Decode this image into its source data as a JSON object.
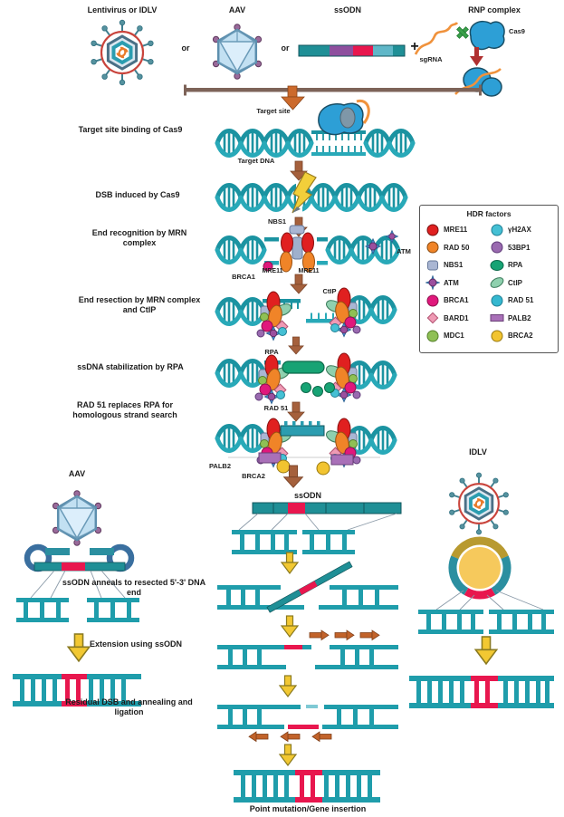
{
  "delivery": {
    "lentivirus_label": "Lentivirus or IDLV",
    "or_1": "or",
    "aav_label": "AAV",
    "or_2": "or",
    "ssodn_label": "ssODN",
    "plus": "+",
    "rnp_label": "RNP complex",
    "sgrna_label": "sgRNA",
    "cas9_label": "Cas9"
  },
  "steps": {
    "step1": "Target site binding of Cas9",
    "step2": "DSB induced by Cas9",
    "step3": "End recognition by MRN complex",
    "step4": "End resection by MRN complex and CtIP",
    "step5": "ssDNA stabilization by RPA",
    "step6": "RAD 51 replaces RPA for homologous strand search",
    "step7": "ssODN anneals to resected 5'-3' DNA end",
    "step8": "Extension using ssODN",
    "step9": "Residual DSB and annealing and ligation",
    "final": "Point mutation/Gene insertion"
  },
  "annotations": {
    "target_site": "Target site",
    "target_dna": "Target DNA",
    "nbs1": "NBS1",
    "mre11_left": "MRE11",
    "mre11_right": "MRE11",
    "brca1": "BRCA1",
    "atm": "ATM",
    "ctip": "CtIP",
    "rpa": "RPA",
    "rad51": "RAD 51",
    "palb2": "PALB2",
    "brca2": "BRCA2",
    "ssodn_center": "ssODN",
    "aav_left": "AAV",
    "idlv_right": "IDLV"
  },
  "legend": {
    "title": "HDR factors",
    "left": [
      {
        "name": "MRE11",
        "color": "#e02020"
      },
      {
        "name": "RAD 50",
        "color": "#f08428"
      },
      {
        "name": "NBS1",
        "color": "#a9b6d3"
      },
      {
        "name": "ATM",
        "color": "#9b4f9e"
      },
      {
        "name": "BRCA1",
        "color": "#e0187c"
      },
      {
        "name": "BARD1",
        "color": "#ef9ab4"
      },
      {
        "name": "MDC1",
        "color": "#8fc055"
      }
    ],
    "right": [
      {
        "name": "γH2AX",
        "color": "#45c0d4"
      },
      {
        "name": "53BP1",
        "color": "#9a6ab0"
      },
      {
        "name": "RPA",
        "color": "#17a374"
      },
      {
        "name": "CtIP",
        "color": "#8fd0ae"
      },
      {
        "name": "RAD 51",
        "color": "#35b8d0"
      },
      {
        "name": "PALB2",
        "color": "#a970b8"
      },
      {
        "name": "BRCA2",
        "color": "#f2c430"
      }
    ]
  },
  "colors": {
    "dna_teal": "#1b93a1",
    "insert_red": "#e8174e",
    "arrow_brown": "#a5603c",
    "arrow_yellow": "#f2c832",
    "arrow_orange": "#c2632a",
    "cas9_blue": "#2d9fd6",
    "sgrna_orange": "#f0923c",
    "delivery_bar_brown": "#7d6358"
  }
}
